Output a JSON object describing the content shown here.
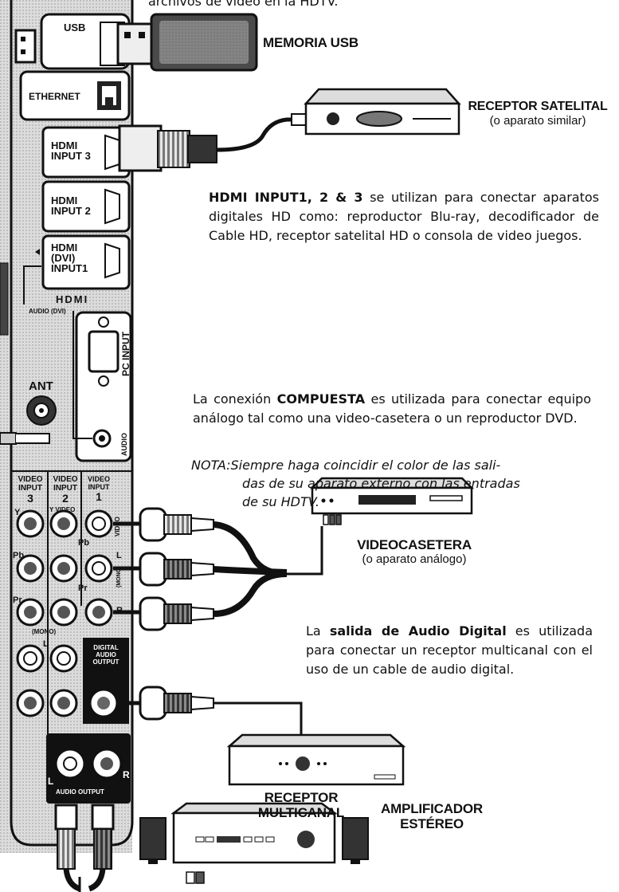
{
  "top_caption": "archivos de video en la HDTV.",
  "panel": {
    "usb": "USB",
    "ethernet": "ETHERNET",
    "hdmi3": [
      "HDMI",
      "INPUT 3"
    ],
    "hdmi2": [
      "HDMI",
      "INPUT 2"
    ],
    "hdmi1": [
      "HDMI",
      "(DVI)",
      "INPUT1"
    ],
    "hdmi_logo": "HDMI",
    "audio_dvi": "AUDIO (DVI)",
    "pc_input": "PC INPUT",
    "ant": "ANT",
    "audio": "AUDIO",
    "video_input_3": [
      "VIDEO",
      "INPUT",
      "3"
    ],
    "video_input_2": [
      "VIDEO",
      "INPUT",
      "2"
    ],
    "video_input_1": [
      "VIDEO",
      "INPUT",
      "1"
    ],
    "y": "Y",
    "y_video": "Y VIDEO",
    "pb": "Pb",
    "pr": "Pr",
    "mono": "(MONO)",
    "video_vert": "VIDEO",
    "l": "L",
    "mono_vert": "(MONO)",
    "r": "R",
    "digital_audio_output": [
      "DIGITAL",
      "AUDIO",
      "OUTPUT"
    ],
    "audio_output": "AUDIO OUTPUT",
    "ao_l": "L",
    "ao_r": "R"
  },
  "devices": {
    "usb_memory": "MEMORIA USB",
    "satellite": "RECEPTOR SATELITAL",
    "satellite_sub": "(o aparato similar)",
    "vcr": "VIDEOCASETERA",
    "vcr_sub": "(o aparato análogo)",
    "multichannel": [
      "RECEPTOR",
      "MULTICANAL"
    ],
    "amplifier": [
      "AMPLIFICADOR",
      "ESTÉREO"
    ]
  },
  "text": {
    "hdmi_para_bold": "HDMI INPUT1, 2 & 3",
    "hdmi_para_rest": " se utilizan para conectar aparatos digitales HD como: reproductor Blu-ray, decodificador de Cable HD, receptor satelital HD o consola de video juegos.",
    "composite_pre": "La conexión ",
    "composite_bold": "COMPUESTA",
    "composite_rest": " es utilizada para conectar equipo análogo tal como una video-casetera o un reproductor DVD.",
    "note_label": "NOTA:",
    "note_line1": "Siempre haga coincidir el color de las sali-",
    "note_line2": "das de su aparato externo con las entradas",
    "note_line3": "de su HDTV.",
    "digital_pre": "La ",
    "digital_bold": "salida de Audio Digital",
    "digital_rest": " es utilizada para conectar un receptor multicanal con el uso de un cable de audio digital."
  },
  "colors": {
    "ink": "#111111",
    "panel_bg": "#d9d9d9",
    "cable_dark": "#555555",
    "cable_light": "#bbbbbb"
  }
}
